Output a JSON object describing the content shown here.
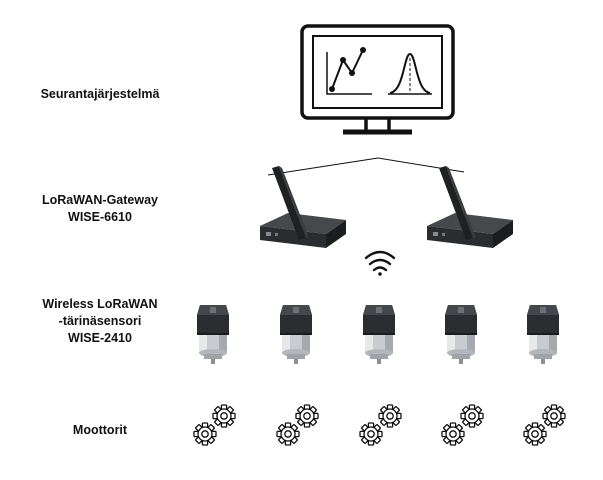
{
  "rows": {
    "monitoring": {
      "lines": [
        "Seurantajärjestelmä"
      ]
    },
    "gateway": {
      "lines": [
        "LoRaWAN-Gateway",
        "WISE-6610"
      ]
    },
    "sensor": {
      "lines": [
        "Wireless LoRaWAN",
        "-tärinäsensori",
        "WISE-2410"
      ]
    },
    "motors": {
      "lines": [
        "Moottorit"
      ]
    }
  },
  "icons": {
    "monitor": "monitor-with-charts-icon",
    "gateway": "lorawan-gateway-icon",
    "wireless": "wifi-signal-icon",
    "sensor": "vibration-sensor-icon",
    "motor": "gears-icon"
  },
  "counts": {
    "gateways": 2,
    "sensors": 5,
    "motors": 5
  },
  "colors": {
    "line": "#111111",
    "sensor_cap": "#2b2d30",
    "sensor_body": "#c9ccd0",
    "gateway": "#2a2b2e"
  }
}
